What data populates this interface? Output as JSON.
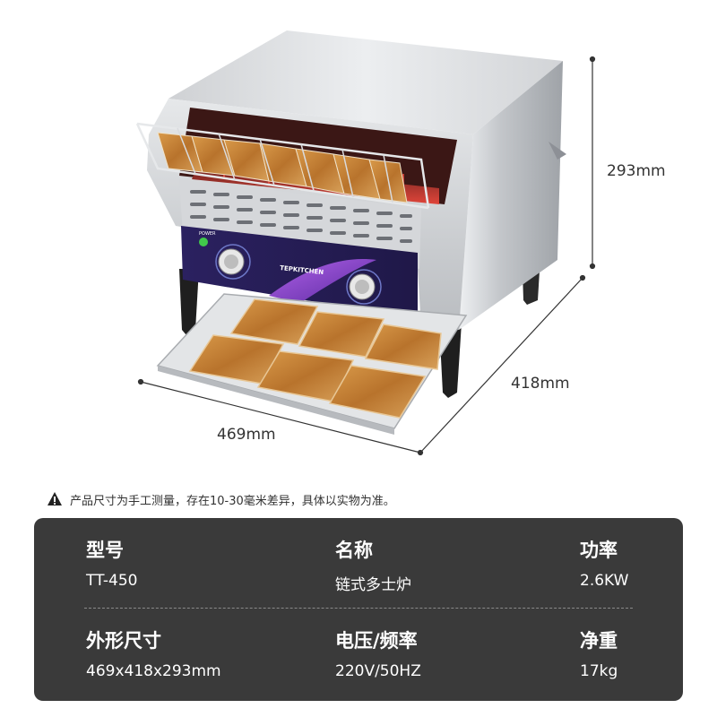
{
  "dimensions": {
    "height": "293mm",
    "depth": "418mm",
    "width": "469mm"
  },
  "product_labels": {
    "brand": "TEPKITCHEN",
    "power_mark": "POWER"
  },
  "notice": {
    "icon": "warning-icon",
    "text": "产品尺寸为手工测量，存在10-30毫米差异，具体以实物为准。"
  },
  "specs": [
    {
      "label": "型号",
      "value": "TT-450"
    },
    {
      "label": "名称",
      "value": "链式多士炉"
    },
    {
      "label": "功率",
      "value": "2.6KW"
    },
    {
      "label": "外形尺寸",
      "value": "469x418x293mm"
    },
    {
      "label": "电压/频率",
      "value": "220V/50HZ"
    },
    {
      "label": "净重",
      "value": "17kg"
    }
  ],
  "colors": {
    "panel_bg": "#3a3a3a",
    "steel": "#c9cbce",
    "control_panel": "#2a1f5c",
    "accent_purple": "#8a3fd1",
    "toast": "#c9883a",
    "heating_glow": "#d7322a"
  }
}
